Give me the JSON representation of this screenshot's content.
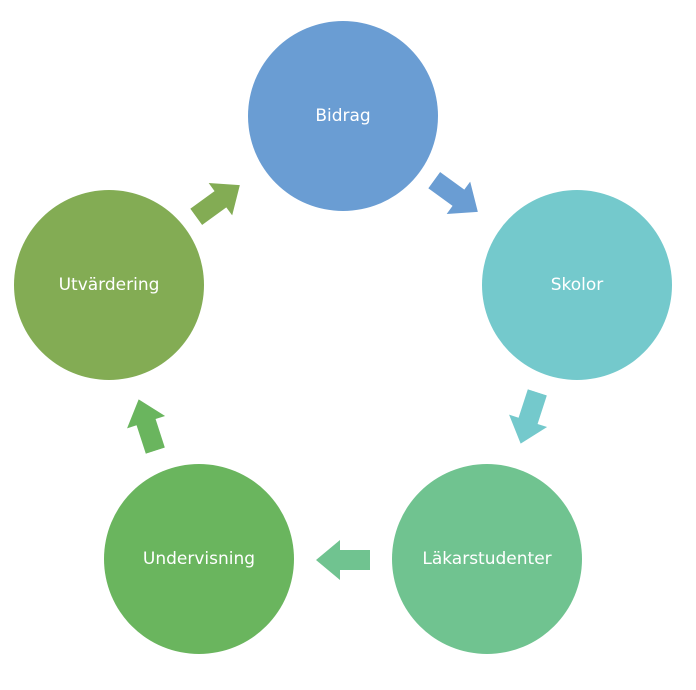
{
  "diagram": {
    "type": "basic-cycle",
    "nodes": [
      {
        "label": "Bidrag",
        "color": "#6a9dd3"
      },
      {
        "label": "Skolor",
        "color": "#74c9cc"
      },
      {
        "label": "Läkarstudenter",
        "color": "#70c390"
      },
      {
        "label": "Undervisning",
        "color": "#6ab55e"
      },
      {
        "label": "Utvärdering",
        "color": "#83ac54"
      }
    ],
    "arrows": [
      {
        "from": "Bidrag",
        "to": "Skolor",
        "color": "#6a9dd3"
      },
      {
        "from": "Skolor",
        "to": "Läkarstudenter",
        "color": "#74c9cc"
      },
      {
        "from": "Läkarstudenter",
        "to": "Undervisning",
        "color": "#70c390"
      },
      {
        "from": "Undervisning",
        "to": "Utvärdering",
        "color": "#6ab55e"
      },
      {
        "from": "Utvärdering",
        "to": "Bidrag",
        "color": "#83ac54"
      }
    ]
  }
}
